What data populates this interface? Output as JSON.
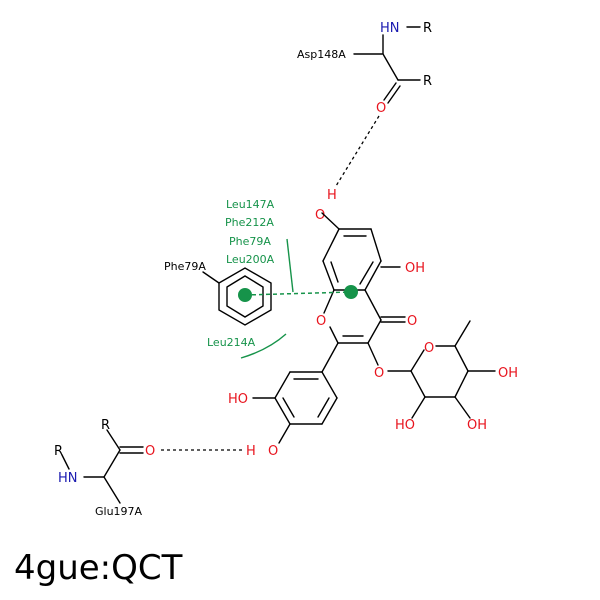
{
  "title": "4gue:QCT",
  "colors": {
    "oxygen": "#e8141e",
    "nitrogen": "#1a1ab0",
    "carbon": "#000000",
    "interaction": "#16934a"
  },
  "labels": {
    "nh_top": "HN",
    "r_top_nh": "R",
    "asp_residue": "Asp148A",
    "r_top_c": "R",
    "o_top": "O",
    "h_top": "H",
    "o_h_top": "O",
    "oh_right": "OH",
    "o_ring": "O",
    "o_carbonyl": "O",
    "o_glyco": "O",
    "o_sugar_ring": "O",
    "oh_sugar_right": "OH",
    "oh_sugar_bl": "HO",
    "oh_sugar_br": "OH",
    "ho_phenyl": "HO",
    "o_phenyl": "O",
    "h_phenyl": "H",
    "o_glu": "O",
    "r_glu_c": "R",
    "r_glu_n": "R",
    "nh_glu": "HN",
    "glu_residue": "Glu197A",
    "phe_residue": "Phe79A",
    "hydrophobic_group": [
      "Leu147A",
      "Phe212A",
      "Phe79A",
      "Leu200A"
    ],
    "leu214": "Leu214A"
  }
}
